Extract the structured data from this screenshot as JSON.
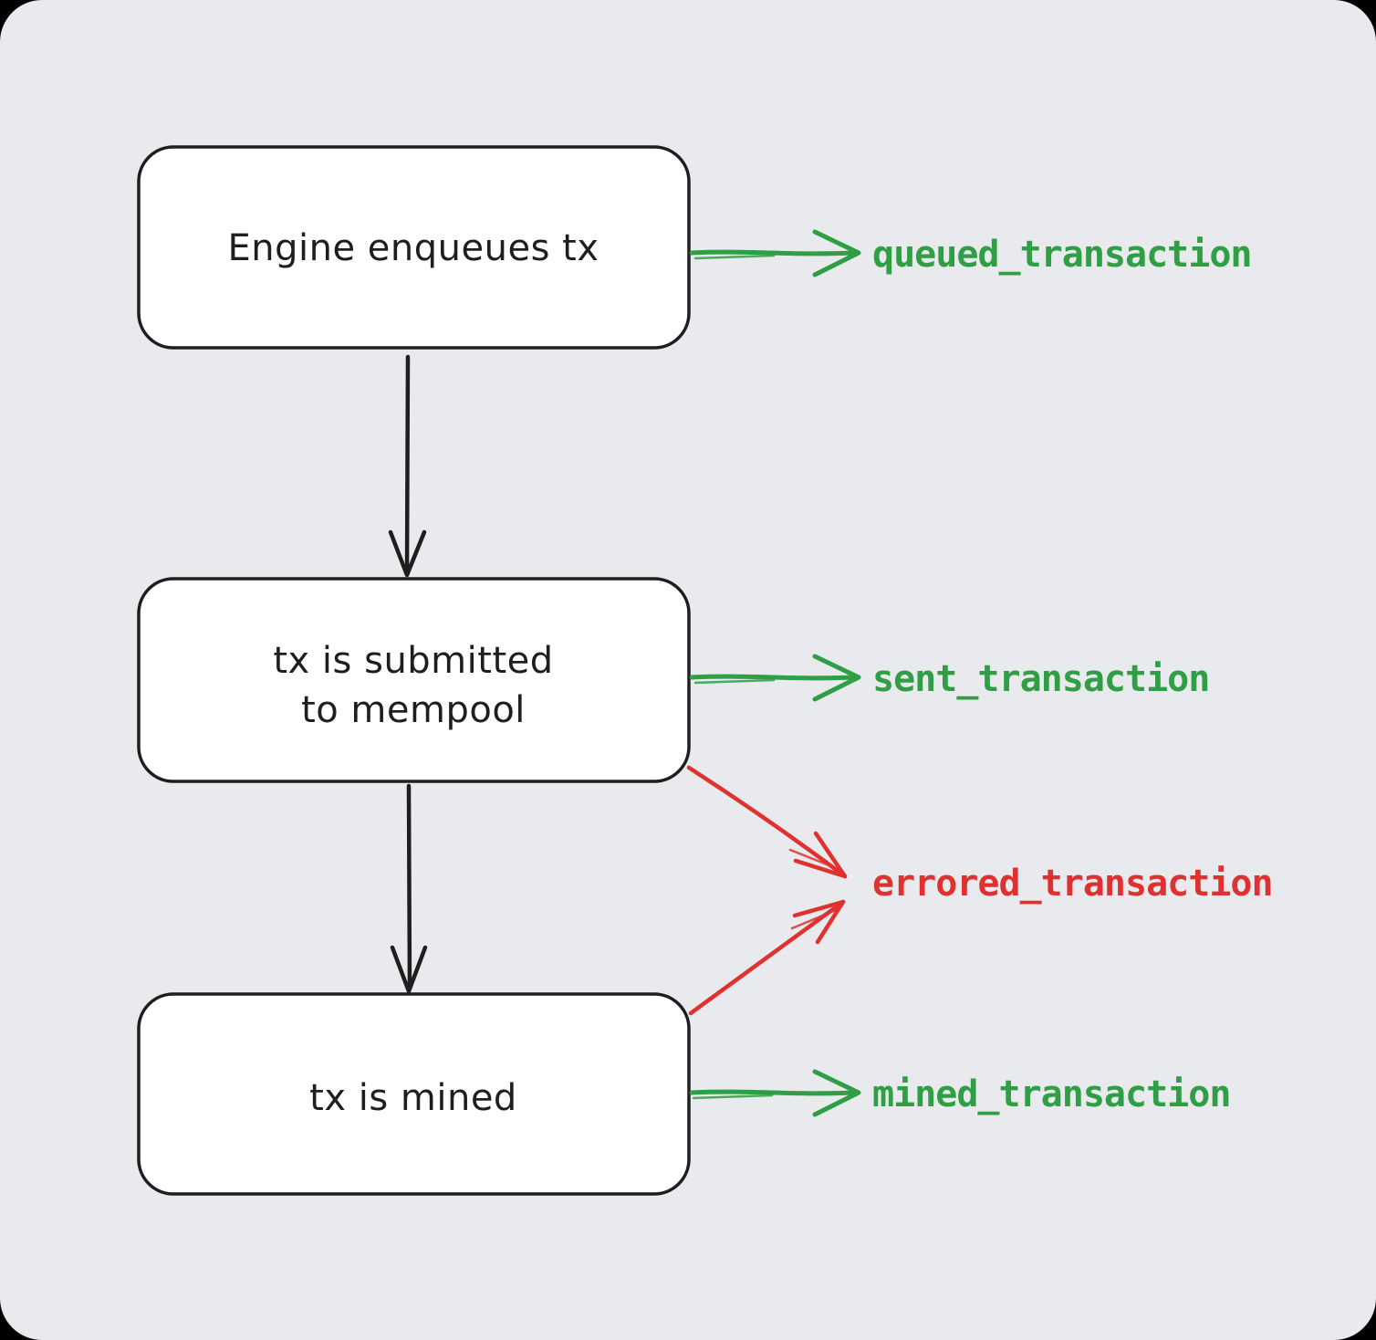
{
  "colors": {
    "page_background": "#000000",
    "canvas_background": "#e8eaed",
    "stroke": "#1e1e1e",
    "node_fill": "#ffffff",
    "success": "#2f9e44",
    "error": "#e03131"
  },
  "diagram": {
    "nodes": [
      {
        "label": "Engine enqueues tx"
      },
      {
        "label_line1": "tx is submitted",
        "label_line2": "to mempool"
      },
      {
        "label": "tx is mined"
      }
    ],
    "events": [
      {
        "label": "queued_transaction",
        "status": "success"
      },
      {
        "label": "sent_transaction",
        "status": "success"
      },
      {
        "label": "errored_transaction",
        "status": "error"
      },
      {
        "label": "mined_transaction",
        "status": "success"
      }
    ]
  }
}
